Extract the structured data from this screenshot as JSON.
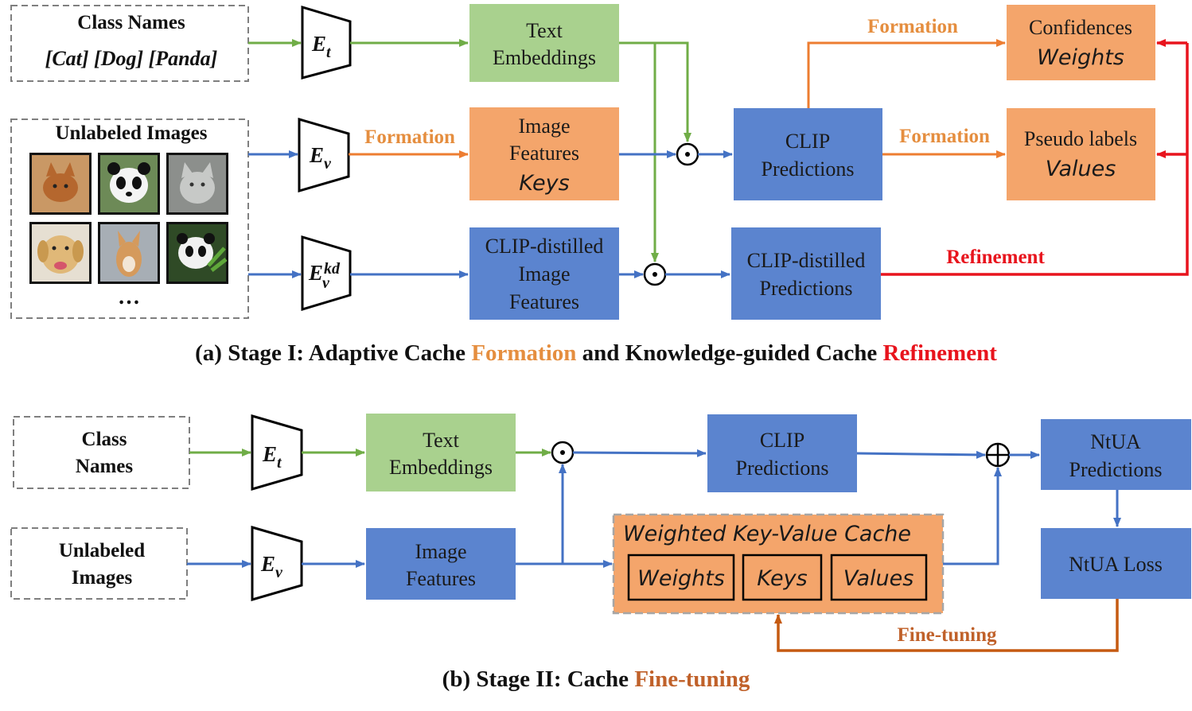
{
  "colors": {
    "green_box": "#a9d18e",
    "orange_box": "#f4a56b",
    "blue_box": "#5b84cf",
    "green_line": "#70ad47",
    "blue_line": "#4472c4",
    "orange_line": "#ed7d31",
    "red_line": "#e8141d",
    "brown_line": "#c55a11",
    "formation_text": "#e58e3f",
    "refinement_text": "#e8141d",
    "finetune_text": "#c0612a"
  },
  "stage1": {
    "class_names_title": "Class Names",
    "class_names_list": "[Cat] [Dog] [Panda]",
    "unlabeled_title": "Unlabeled Images",
    "ellipsis": "…",
    "encoder_text": "E",
    "encoder_text_sub": "t",
    "encoder_image": "E",
    "encoder_image_sub": "v",
    "encoder_kd": "E",
    "encoder_kd_sub": "v",
    "encoder_kd_sup": "kd",
    "text_embeddings_l1": "Text",
    "text_embeddings_l2": "Embeddings",
    "image_features_l1": "Image",
    "image_features_l2": "Features",
    "image_features_l3": "Keys",
    "distilled_features_l1": "CLIP-distilled",
    "distilled_features_l2": "Image",
    "distilled_features_l3": "Features",
    "clip_pred_l1": "CLIP",
    "clip_pred_l2": "Predictions",
    "distilled_pred_l1": "CLIP-distilled",
    "distilled_pred_l2": "Predictions",
    "confidences_l1": "Confidences",
    "confidences_l2": "Weights",
    "pseudo_l1": "Pseudo labels",
    "pseudo_l2": "Values",
    "formation_label": "Formation",
    "refinement_label": "Refinement",
    "dot_symbol": "⊙"
  },
  "caption_a": {
    "prefix": "(a) Stage I: Adaptive Cache ",
    "formation": "Formation",
    "middle": " and Knowledge-guided Cache ",
    "refinement": "Refinement"
  },
  "stage2": {
    "class_l1": "Class",
    "class_l2": "Names",
    "unlabeled_l1": "Unlabeled",
    "unlabeled_l2": "Images",
    "encoder_text": "E",
    "encoder_text_sub": "t",
    "encoder_image": "E",
    "encoder_image_sub": "v",
    "text_emb_l1": "Text",
    "text_emb_l2": "Embeddings",
    "image_feat_l1": "Image",
    "image_feat_l2": "Features",
    "clip_pred_l1": "CLIP",
    "clip_pred_l2": "Predictions",
    "cache_title": "Weighted Key-Value Cache",
    "cache_weights": "Weights",
    "cache_keys": "Keys",
    "cache_values": "Values",
    "ntua_pred_l1": "NtUA",
    "ntua_pred_l2": "Predictions",
    "ntua_loss": "NtUA Loss",
    "finetune_label": "Fine-tuning"
  },
  "caption_b": {
    "prefix": "(b) Stage II: Cache ",
    "finetune": "Fine-tuning"
  }
}
